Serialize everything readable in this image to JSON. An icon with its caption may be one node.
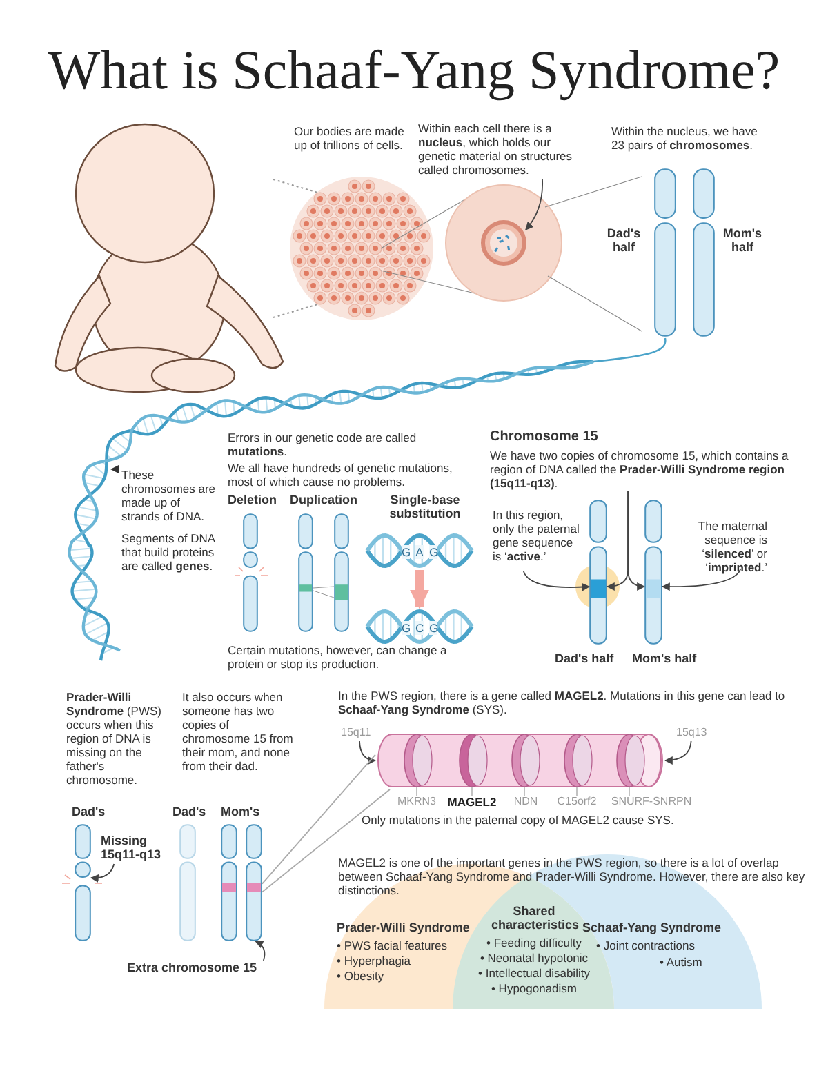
{
  "diagram": {
    "title": "What is Schaaf-Yang Syndrome?",
    "nodes": [
      {
        "text": [
          "Within each cell there is a **nucleus**, which holds our genetic material on structures called chromosomes."
        ]
      },
      {
        "text": [],
        "shape": "circle"
      },
      {
        "text": [
          "Chromosome 15",
          "We have two copies of chromosome 15, which contains a region of DNA called the **Prader-Willi Syndrome region (15q11-q13)**."
        ]
      },
      {
        "text": [
          "In this region, only the paternal gene sequence is ‘**active**.’"
        ]
      },
      {
        "text": [],
        "shape": "bar",
        "beside": [
          "Dad's half"
        ]
      },
      {
        "text": [],
        "shape": "bar",
        "beside": [
          "Mom's half"
        ]
      },
      {
        "text": [
          "The maternal sequence is ‘**silenced**’ or ‘**imprinted**.’"
        ]
      },
      {
        "text": [],
        "shape": "picture"
      },
      {
        "text": [],
        "shape": "picture"
      },
      {
        "text": [
          "15q11"
        ]
      },
      {
        "text": [],
        "shape": "cylinder"
      },
      {
        "text": [
          "15q13"
        ]
      },
      {
        "text": [
          "Missing 15q11-q13"
        ]
      },
      {
        "text": [],
        "shape": "bar",
        "beside": [
          "Dad's"
        ]
      },
      {
        "text": [
          "Extra chromosome 15"
        ]
      },
      {
        "text": [],
        "shape": "bar"
      },
      {
        "text": [
          "Prader-Willi Syndrome",
          "• PWS facial features",
          "• Hyperphagia",
          "• Obesity"
        ]
      },
      {
        "text": [
          "Shared characteristics",
          "• Feeding difficulty",
          "• Neonatal hypotonic",
          "• Intellectual disability",
          "• Hypogonadism"
        ]
      },
      {
        "text": [
          "Schaaf-Yang Syndrome",
          "• Joint contractions",
          "• Autism"
        ]
      }
    ],
    "edges": [
      {
        "from": 0,
        "to": 1,
        "arrow": "to"
      },
      {
        "from": 2,
        "to": 4,
        "arrow": "to"
      },
      {
        "from": 2,
        "to": 5,
        "arrow": "to"
      },
      {
        "from": 3,
        "to": 4,
        "arrow": "to"
      },
      {
        "from": 6,
        "to": 5,
        "arrow": "to"
      },
      {
        "from": 7,
        "to": 8,
        "arrow": "to",
        "style": "thick",
        "color": "#f4a8a0"
      },
      {
        "from": 9,
        "to": 10,
        "arrow": "to"
      },
      {
        "from": 11,
        "to": 10,
        "arrow": "to"
      },
      {
        "from": 12,
        "to": 13,
        "arrow": "to"
      },
      {
        "from": 14,
        "to": 15,
        "arrow": "to"
      },
      {
        "from": 15,
        "to": 10,
        "arrow": "none",
        "color": "#aaaaaa"
      },
      {
        "from": 15,
        "to": 10,
        "arrow": "none",
        "color": "#aaaaaa"
      }
    ],
    "labels": [
      "Our bodies are made up of trillions of cells.",
      "Within the nucleus, we have 23 pairs of **chromosomes**.",
      "Dad's half",
      "Mom's half",
      "These chromosomes are made up of strands of DNA.",
      "Segments of DNA that build proteins are called **genes**.",
      "Errors in our genetic code are called **mutations**.",
      "We all have hundreds of genetic mutations, most of which cause no problems.",
      "Deletion",
      "Duplication",
      "Single-base substitution",
      "G",
      "A",
      "G",
      "G",
      "C",
      "G",
      "Certain mutations, however, can change a protein or stop its production.",
      "**Prader-Willi Syndrome** (PWS) occurs when this region of DNA is missing on the father's chromosome.",
      "It also occurs when someone has two copies of chromosome 15 from their mom, and none from their dad.",
      "Dad's",
      "Mom's",
      "In the PWS region, there is a gene called **MAGEL2**. Mutations in this gene can lead to **Schaaf-Yang Syndrome** (SYS).",
      "MKRN3",
      "MAGEL2",
      "NDN",
      "C15orf2",
      "SNURF-SNRPN",
      "Only mutations in the paternal copy of MAGEL2 cause SYS.",
      "MAGEL2 is one of the important genes in the PWS region, so there is a lot of overlap between Schaaf-Yang Syndrome and Prader-Willi Syndrome. However, there are also key distinctions."
    ]
  }
}
